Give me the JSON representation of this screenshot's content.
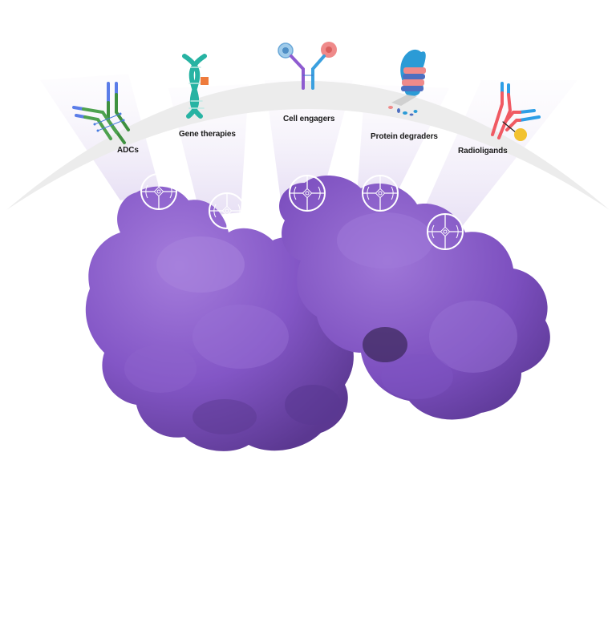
{
  "diagram": {
    "description": "Therapeutic modalities targeting binding sites on a protein",
    "colors": {
      "arc": "#ececec",
      "beam": "#e4dcf1",
      "protein_light": "#9b6fd6",
      "protein_mid": "#7d4fc0",
      "protein_dark": "#56358a",
      "target_ring": "#ffffff"
    },
    "modalities": [
      {
        "label": "ADCs",
        "icon": "antibody-drug-conjugate-icon"
      },
      {
        "label": "Gene therapies",
        "icon": "dna-helix-icon"
      },
      {
        "label": "Cell engagers",
        "icon": "bispecific-antibody-icon"
      },
      {
        "label": "Protein degraders",
        "icon": "proteasome-icon"
      },
      {
        "label": "Radioligands",
        "icon": "radiolabeled-antibody-icon"
      }
    ],
    "targets": [
      {
        "name": "target-1"
      },
      {
        "name": "target-2"
      },
      {
        "name": "target-3"
      },
      {
        "name": "target-4"
      },
      {
        "name": "target-5"
      }
    ]
  }
}
